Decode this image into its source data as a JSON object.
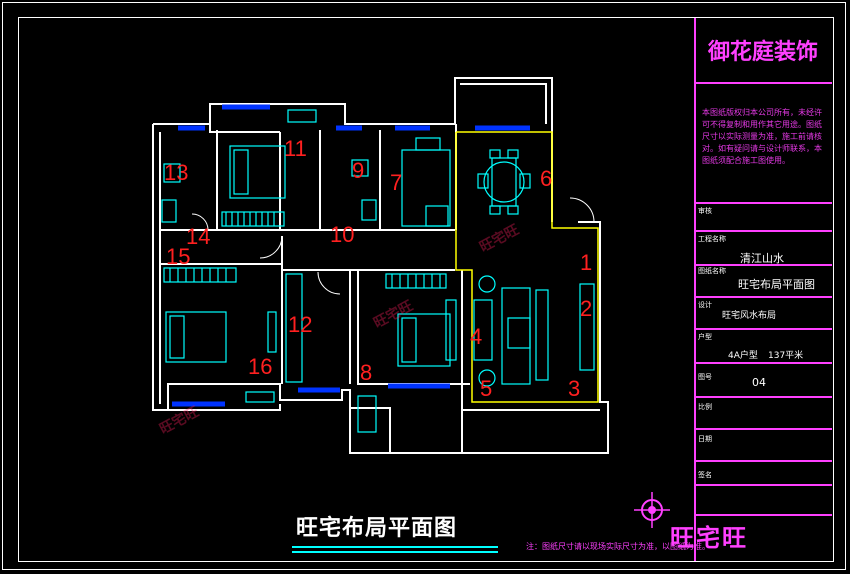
{
  "company": "御花庭装饰",
  "drawing_title": "旺宅布局平面图",
  "notes": "本图纸版权归本公司所有，未经许可不得复制和用作其它用途。图纸尺寸以实际测量为准，施工前请核对。如有疑问请与设计师联系，本图纸须配合施工图使用。",
  "title_block": {
    "project_label": "工程名称",
    "project_value": "清江山水",
    "drawing_name_label": "图纸名称",
    "drawing_name_value": "旺宅布局平面图",
    "design_label": "设计",
    "design_value": "旺宅风水布局",
    "type_label": "户型",
    "type_value": "4A户型",
    "area_value": "137平米",
    "number_label": "图号",
    "number_value": "04",
    "check_label": "审核",
    "scale_label": "比例",
    "date_label": "日期",
    "signature_label": "签名"
  },
  "bottom_note": "注：图纸尺寸请以现场实际尺寸为准，以图纸为准。",
  "brand": "旺宅旺",
  "watermark": "旺宅旺",
  "room_numbers": [
    "1",
    "2",
    "3",
    "4",
    "5",
    "6",
    "7",
    "8",
    "9",
    "10",
    "11",
    "12",
    "13",
    "14",
    "15",
    "16"
  ],
  "colors": {
    "wall": "#ffffff",
    "furniture": "#00ffff",
    "accent": "#ff40ff",
    "number": "#ff2020",
    "window": "#0033ff",
    "balcony": "#ffff00"
  }
}
